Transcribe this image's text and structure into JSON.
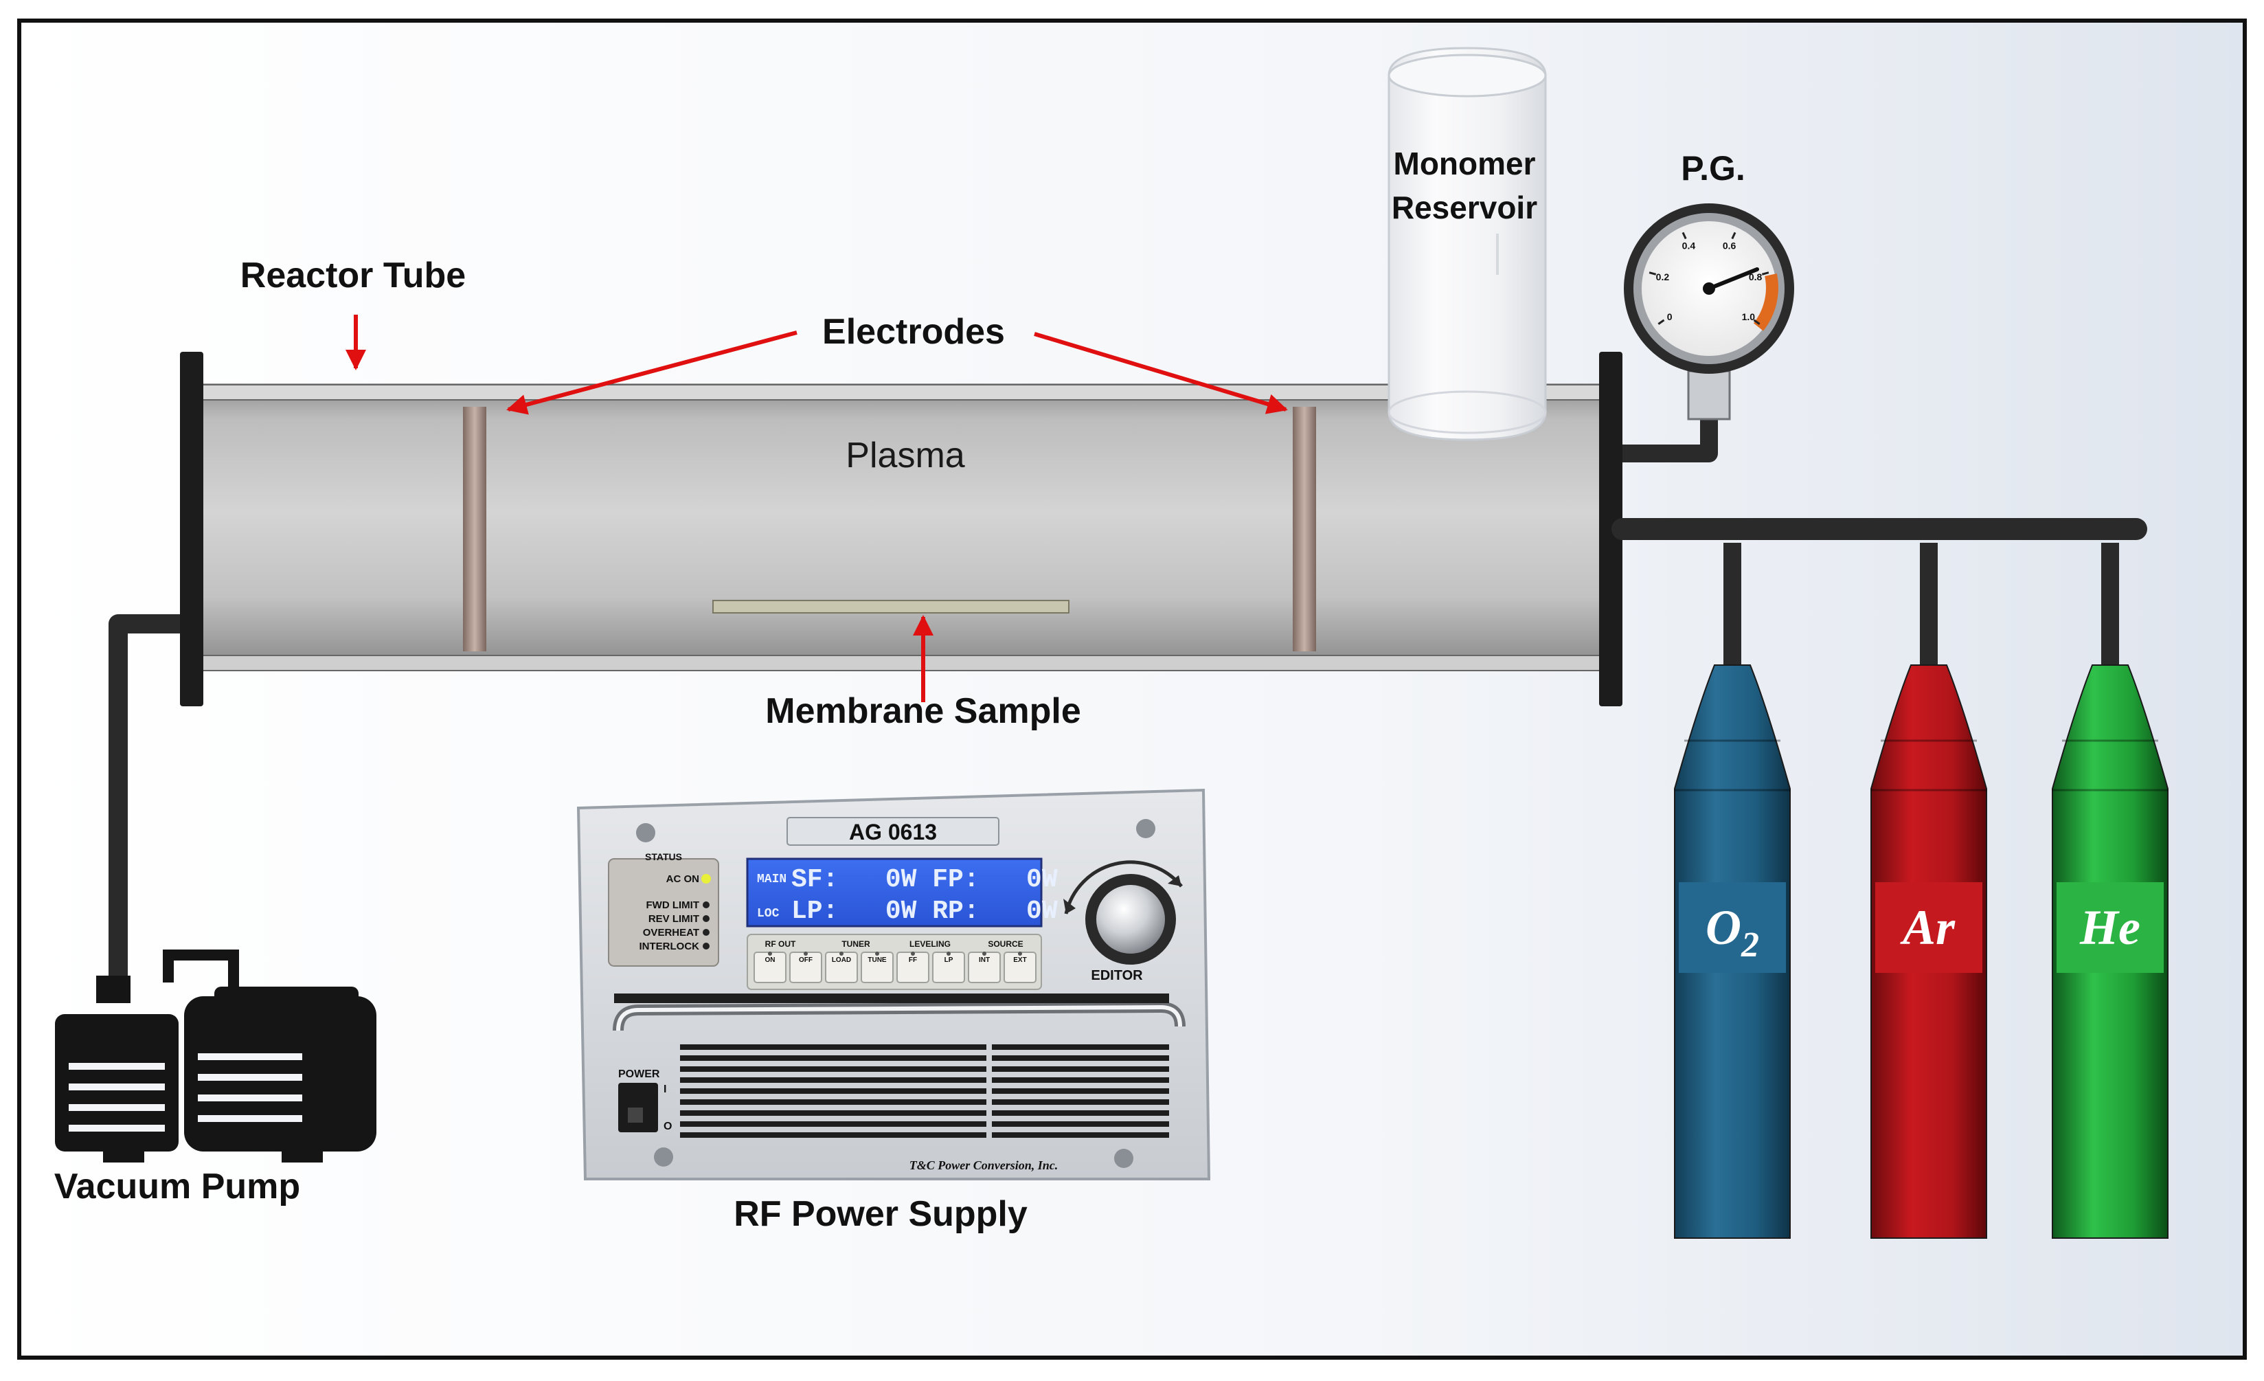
{
  "labels": {
    "reactor_tube": "Reactor Tube",
    "electrodes": "Electrodes",
    "plasma": "Plasma",
    "membrane_sample": "Membrane Sample",
    "monomer_reservoir_line1": "Monomer",
    "monomer_reservoir_line2": "Reservoir",
    "pressure_gauge": "P.G.",
    "vacuum_pump": "Vacuum Pump",
    "rf_power_supply": "RF Power Supply"
  },
  "rf_unit": {
    "model": "AG 0613",
    "status_title": "STATUS",
    "status_items": [
      "AC ON",
      "FWD LIMIT",
      "REV LIMIT",
      "OVERHEAT",
      "INTERLOCK"
    ],
    "lcd_side": [
      "MAIN",
      "LOC"
    ],
    "lcd_row1": "SF:   0W FP:   0W",
    "lcd_row2": "LP:   0W RP:   0W",
    "group_labels": [
      "RF OUT",
      "TUNER",
      "LEVELING",
      "SOURCE"
    ],
    "button_labels": [
      "ON",
      "OFF",
      "LOAD",
      "TUNE",
      "FF",
      "LP",
      "INT",
      "EXT"
    ],
    "editor_label": "EDITOR",
    "power_label": "POWER",
    "switch_on": "I",
    "switch_off": "O",
    "manufacturer": "T&C Power Conversion, Inc."
  },
  "gauge": {
    "ticks": [
      "0",
      "0.2",
      "0.4",
      "0.6",
      "0.8",
      "1.0"
    ]
  },
  "cylinders": [
    {
      "gas_base": "O",
      "gas_sub": "2",
      "color": "#1f5d80"
    },
    {
      "gas_base": "Ar",
      "gas_sub": "",
      "color": "#b0151a"
    },
    {
      "gas_base": "He",
      "gas_sub": "",
      "color": "#1f9e35"
    }
  ],
  "colors": {
    "arrow": "#e01010",
    "pipe": "#2a2a2a",
    "frame": "#111111"
  }
}
